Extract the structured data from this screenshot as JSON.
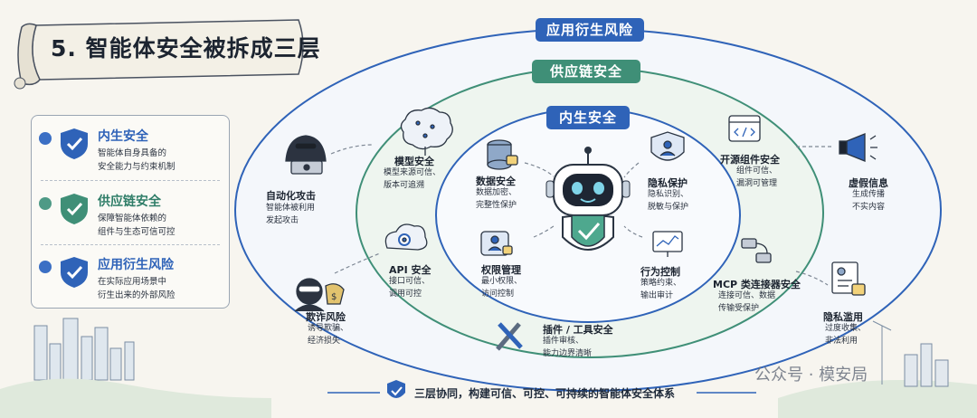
{
  "title": "5. 智能体安全被拆成三层",
  "legend": [
    {
      "title": "内生安全",
      "desc": [
        "智能体自身具备的",
        "安全能力与约束机制"
      ],
      "dot": "#3b6fc4",
      "color": "#2f63b8"
    },
    {
      "title": "供应链安全",
      "desc": [
        "保障智能体依赖的",
        "组件与生态可信可控"
      ],
      "dot": "#4e9a86",
      "color": "#2f7d68"
    },
    {
      "title": "应用衍生风险",
      "desc": [
        "在实际应用场景中",
        "衍生出来的外部风险"
      ],
      "dot": "#3b6fc4",
      "color": "#2f63b8"
    }
  ],
  "rings": {
    "outer": "应用衍生风险",
    "middle": "供应链安全",
    "inner": "内生安全"
  },
  "nodes": {
    "model": {
      "title": "模型安全",
      "desc": [
        "模型来源可信、",
        "版本可追溯"
      ]
    },
    "data": {
      "title": "数据安全",
      "desc": [
        "数据加密、",
        "完整性保护"
      ]
    },
    "privacy": {
      "title": "隐私保护",
      "desc": [
        "隐私识别、",
        "脱敏与保护"
      ]
    },
    "opensource": {
      "title": "开源组件安全",
      "desc": [
        "组件可信、",
        "漏洞可管理"
      ]
    },
    "automation": {
      "title": "自动化攻击",
      "desc": [
        "智能体被利用",
        "发起攻击"
      ]
    },
    "api": {
      "title": "API 安全",
      "desc": [
        "接口可信、",
        "调用可控"
      ]
    },
    "permission": {
      "title": "权限管理",
      "desc": [
        "最小权限、",
        "访问控制"
      ]
    },
    "behavior": {
      "title": "行为控制",
      "desc": [
        "策略约束、",
        "输出审计"
      ]
    },
    "mcp": {
      "title": "MCP 类连接器安全",
      "desc": [
        "连接可信、数据",
        "传输受保护"
      ]
    },
    "fake": {
      "title": "虚假信息",
      "desc": [
        "生成传播",
        "不实内容"
      ]
    },
    "fraud": {
      "title": "欺诈风险",
      "desc": [
        "诱导欺骗、",
        "经济损失"
      ]
    },
    "plugin": {
      "title": "插件 / 工具安全",
      "desc": [
        "插件审核、",
        "能力边界清晰"
      ]
    },
    "abuse": {
      "title": "隐私滥用",
      "desc": [
        "过度收集、",
        "非法利用"
      ]
    }
  },
  "footer": "三层协同，构建可信、可控、可持续的智能体安全体系",
  "watermark": "公众号 · 模安局",
  "colors": {
    "blue": "#2f63b8",
    "green": "#3f8f77",
    "navy": "#1c2430"
  }
}
